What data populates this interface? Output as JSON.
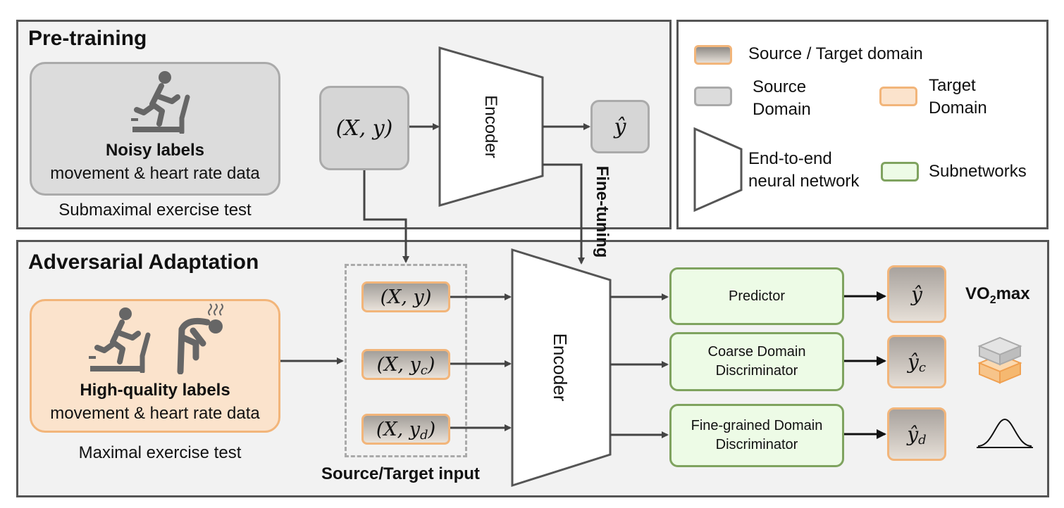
{
  "pretraining": {
    "title": "Pre-training",
    "source_box": {
      "bold_label": "Noisy labels",
      "sub_label": "movement & heart rate data",
      "caption": "Submaximal exercise test"
    },
    "input": "(X, y)",
    "encoder": "Encoder",
    "output": "ŷ"
  },
  "finetuning_label": "Fine-tuning",
  "adaptation": {
    "title": "Adversarial Adaptation",
    "target_box": {
      "bold_label": "High-quality labels",
      "sub_label": "movement & heart rate data",
      "caption": "Maximal exercise test"
    },
    "inputs": [
      "(X, y)",
      "(X, y",
      "(X, y"
    ],
    "input_subscripts": [
      "",
      "c",
      "d"
    ],
    "input_group_label": "Source/Target input",
    "encoder": "Encoder",
    "subnetworks": [
      {
        "line1": "Predictor",
        "line2": ""
      },
      {
        "line1": "Coarse Domain",
        "line2": "Discriminator"
      },
      {
        "line1": "Fine-grained Domain",
        "line2": "Discriminator"
      }
    ],
    "outputs": [
      "ŷ",
      "ŷ",
      "ŷ"
    ],
    "output_subscripts": [
      "",
      "c",
      "d"
    ],
    "vo2max": {
      "pre": "VO",
      "sub": "2",
      "post": "max"
    }
  },
  "legend": {
    "source_target": "Source / Target domain",
    "source_line1": "Source",
    "source_line2": "Domain",
    "target_line1": "Target",
    "target_line2": "Domain",
    "network_line1": "End-to-end",
    "network_line2": "neural network",
    "subnetworks": "Subnetworks"
  },
  "colors": {
    "source_fill": "#dcdcdc",
    "source_border": "#aaaaaa",
    "target_fill": "#fbe3cc",
    "target_border": "#f2b57a",
    "subnet_fill": "#edfbe6",
    "subnet_border": "#7fa35f",
    "panel_fill": "#f2f2f2",
    "arrow": "#444444"
  }
}
